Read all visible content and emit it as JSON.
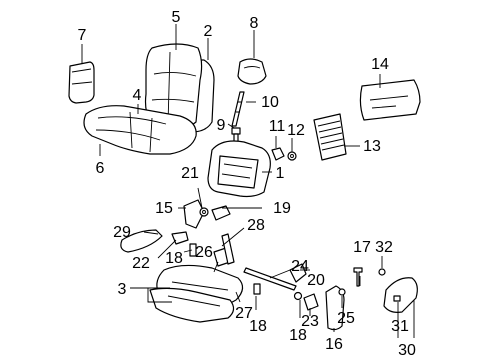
{
  "callouts": {
    "c1": "1",
    "c2": "2",
    "c3": "3",
    "c4": "4",
    "c5": "5",
    "c6": "6",
    "c7": "7",
    "c8": "8",
    "c9": "9",
    "c10": "10",
    "c11": "11",
    "c12": "12",
    "c13": "13",
    "c14": "14",
    "c15": "15",
    "c16": "16",
    "c17": "17",
    "c18a": "18",
    "c18b": "18",
    "c18c": "18",
    "c19": "19",
    "c20": "20",
    "c21": "21",
    "c22": "22",
    "c23": "23",
    "c24": "24",
    "c25": "25",
    "c26": "26",
    "c27": "27",
    "c28": "28",
    "c29": "29",
    "c30": "30",
    "c31": "31",
    "c32": "32"
  }
}
